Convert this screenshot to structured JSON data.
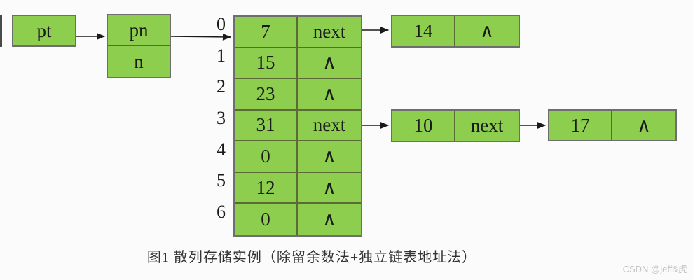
{
  "figure": {
    "caption": "图1 散列存储实例（除留余数法+独立链表地址法）",
    "watermark": "CSDN @jeff&虎"
  },
  "pointers": {
    "pt": "pt",
    "pn": "pn",
    "n": "n"
  },
  "hash_table": {
    "indices": [
      "0",
      "1",
      "2",
      "3",
      "4",
      "5",
      "6"
    ],
    "rows": [
      {
        "value": "7",
        "link": "next"
      },
      {
        "value": "15",
        "link": "∧"
      },
      {
        "value": "23",
        "link": "∧"
      },
      {
        "value": "31",
        "link": "next"
      },
      {
        "value": "0",
        "link": "∧"
      },
      {
        "value": "12",
        "link": "∧"
      },
      {
        "value": "0",
        "link": "∧"
      }
    ]
  },
  "nodes": [
    {
      "value": "14",
      "link": "∧"
    },
    {
      "value": "10",
      "link": "next"
    },
    {
      "value": "17",
      "link": "∧"
    }
  ],
  "colors": {
    "cell_fill": "#8ECE4F",
    "cell_border": "#6e6e6e",
    "inner_divider": "#5c6b33",
    "arrow": "#1a1a1a",
    "watermark_gray": "#c4c4c4",
    "background": "#fbfbfb"
  }
}
